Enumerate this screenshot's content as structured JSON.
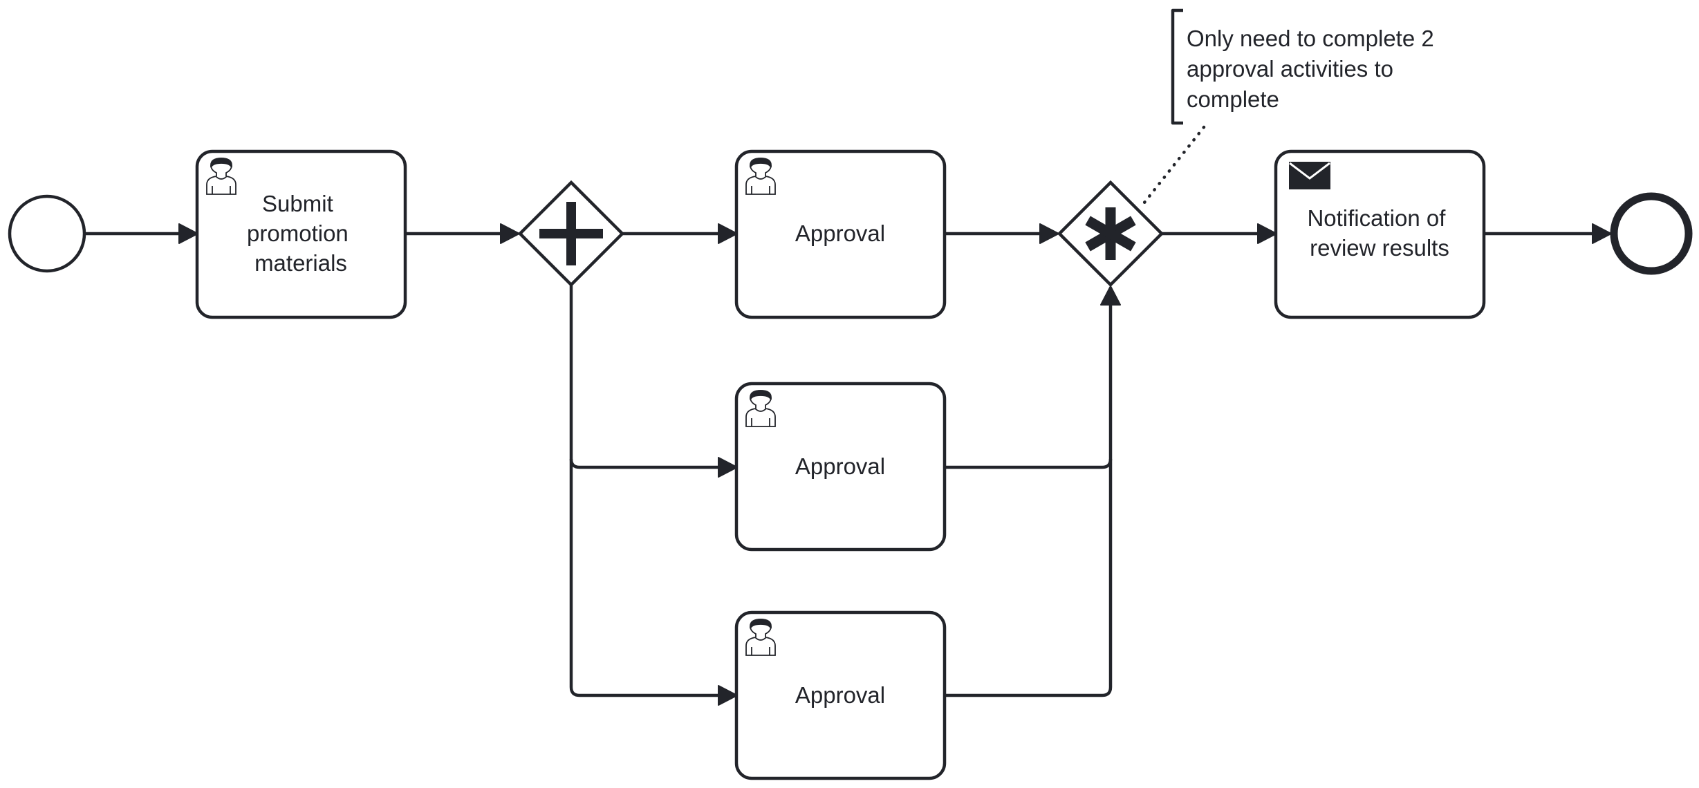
{
  "diagram": {
    "start_event": {
      "type": "start-event"
    },
    "tasks": [
      {
        "id": "submit",
        "type": "user-task",
        "icon": "user-icon",
        "lines": [
          "Submit",
          "promotion",
          "materials"
        ]
      },
      {
        "id": "approval-1",
        "type": "user-task",
        "icon": "user-icon",
        "lines": [
          "Approval"
        ]
      },
      {
        "id": "approval-2",
        "type": "user-task",
        "icon": "user-icon",
        "lines": [
          "Approval"
        ]
      },
      {
        "id": "approval-3",
        "type": "user-task",
        "icon": "user-icon",
        "lines": [
          "Approval"
        ]
      },
      {
        "id": "notify",
        "type": "send-task",
        "icon": "envelope-icon",
        "lines": [
          "Notification of",
          "review results"
        ]
      }
    ],
    "gateways": [
      {
        "id": "split",
        "type": "parallel-gateway",
        "icon": "plus-icon"
      },
      {
        "id": "join",
        "type": "complex-gateway",
        "icon": "asterisk-icon"
      }
    ],
    "end_event": {
      "type": "end-event"
    },
    "annotation": {
      "lines": [
        "Only need to complete 2",
        "approval activities to",
        "complete"
      ]
    },
    "colors": {
      "stroke": "#22242a",
      "fill": "#ffffff"
    }
  }
}
